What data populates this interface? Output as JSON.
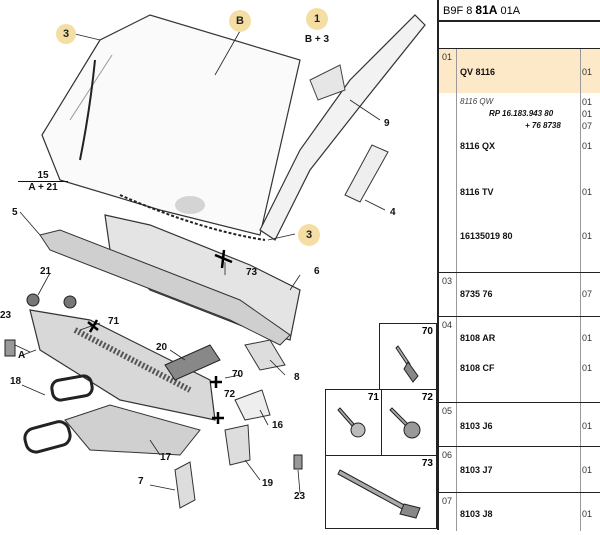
{
  "header": {
    "prefix": "B9F 8",
    "bold": "81A",
    "suffix": "01A"
  },
  "callouts": {
    "c1": "1",
    "c1_sub": "B + 3",
    "c15": "15",
    "c15_sub": "A + 21",
    "c3a": "3",
    "c3b": "3",
    "cB": "B"
  },
  "labels": {
    "l9": "9",
    "l4": "4",
    "l5": "5",
    "l6": "6",
    "l73": "73",
    "l21": "21",
    "l23a": "23",
    "l71": "71",
    "lA": "A",
    "l20": "20",
    "l18": "18",
    "l70": "70",
    "l72": "72",
    "l8": "8",
    "l16": "16",
    "l17": "17",
    "l7": "7",
    "l19": "19",
    "l23b": "23"
  },
  "insets": {
    "i70": "70",
    "i71": "71",
    "i72": "72",
    "i73": "73"
  },
  "refs": {
    "g01": {
      "num": "01",
      "code": "QV 8116",
      "qty": "01"
    },
    "g01b": {
      "sub": "8116 QW",
      "qty1": "01",
      "qty2": "01",
      "rp1": "RP 16.183.943 80",
      "rp2": "+ 76 8738",
      "qty3": "07"
    },
    "g01c": {
      "code": "8116 QX",
      "qty": "01"
    },
    "g01d": {
      "code": "8116 TV",
      "qty": "01"
    },
    "g01e": {
      "code": "16135019 80",
      "qty": "01"
    },
    "g03": {
      "num": "03",
      "code": "8735 76",
      "qty": "07"
    },
    "g04": {
      "num": "04",
      "code1": "8108 AR",
      "qty1": "01",
      "code2": "8108 CF",
      "qty2": "01"
    },
    "g05": {
      "num": "05",
      "code": "8103 J6",
      "qty": "01"
    },
    "g06": {
      "num": "06",
      "code": "8103 J7",
      "qty": "01"
    },
    "g07": {
      "num": "07",
      "code": "8103 J8",
      "qty": "01"
    }
  }
}
